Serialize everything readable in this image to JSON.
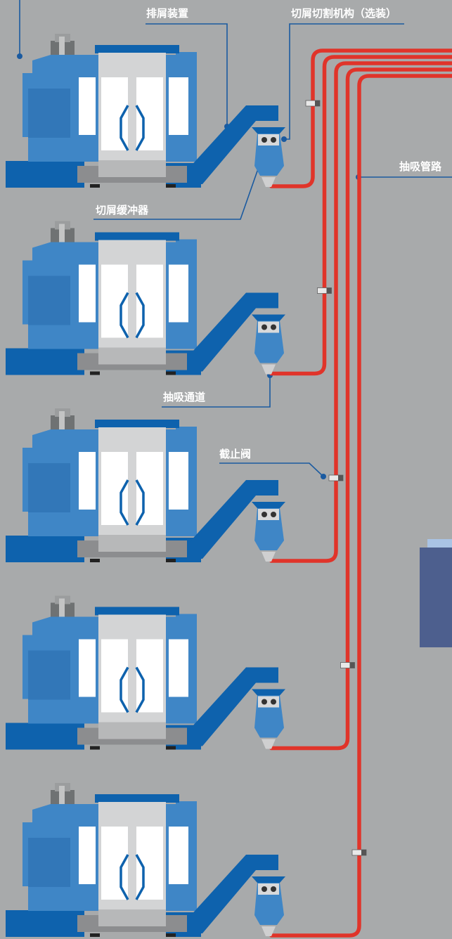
{
  "labels": {
    "chip_discharge": "排屑装置",
    "chip_cutter": "切屑切割机构（选装）",
    "suction_pipe": "抽吸管路",
    "chip_buffer": "切屑缓冲器",
    "suction_channel": "抽吸通道",
    "shutoff_valve": "截止阀"
  },
  "machines": [
    {
      "id": "machine-1"
    },
    {
      "id": "machine-2"
    },
    {
      "id": "machine-3"
    },
    {
      "id": "machine-4"
    },
    {
      "id": "machine-5"
    }
  ],
  "colors": {
    "background": "#a8aaab",
    "machine_blue": "#3f86c6",
    "machine_dark_blue": "#0e62ad",
    "pipe_red": "#e0342a",
    "leader_line": "#1a5aa0",
    "cabinet": "#4d5f8e"
  }
}
